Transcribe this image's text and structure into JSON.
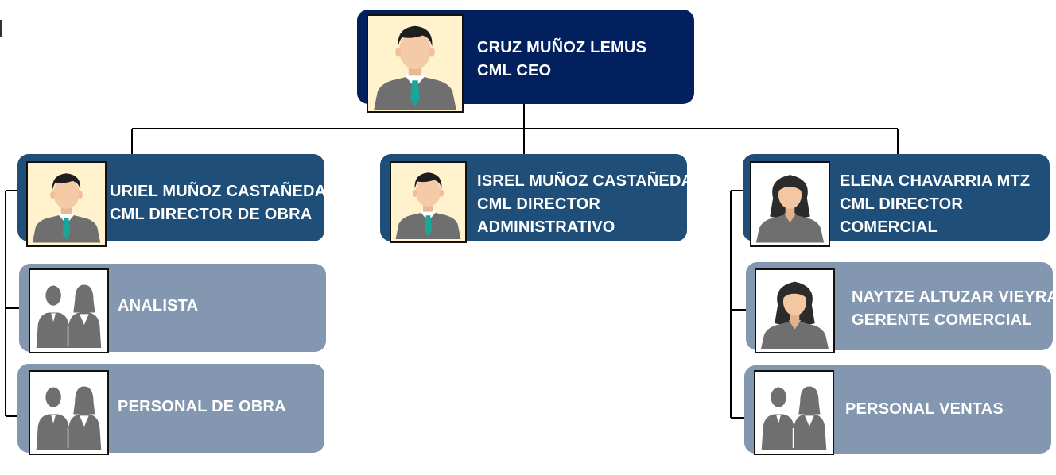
{
  "colors": {
    "ceo_box": "#03205e",
    "director_box": "#1f4e79",
    "staff_box": "#8497b0",
    "connector": "#000000",
    "avatar_bg": "#fff2cc"
  },
  "ceo": {
    "name": "CRUZ MUÑOZ LEMUS",
    "role": "CML CEO",
    "avatar_icon": "businessman-icon"
  },
  "directors": [
    {
      "name": "URIEL MUÑOZ CASTAÑEDA",
      "role": "CML DIRECTOR DE OBRA",
      "avatar_icon": "businessman-icon",
      "staff": [
        {
          "label": "ANALISTA",
          "avatar_icon": "team-silhouette-icon"
        },
        {
          "label": "PERSONAL DE OBRA",
          "avatar_icon": "team-silhouette-icon"
        }
      ]
    },
    {
      "name": "ISREL MUÑOZ CASTAÑEDA",
      "role_line1": "CML DIRECTOR",
      "role_line2": "ADMINISTRATIVO",
      "avatar_icon": "businessman-icon",
      "staff": []
    },
    {
      "name": "ELENA CHAVARRIA MTZ",
      "role_line1": "CML DIRECTOR",
      "role_line2": "COMERCIAL",
      "avatar_icon": "businesswoman-icon",
      "staff": [
        {
          "name": "NAYTZE ALTUZAR VIEYRA",
          "role": "GERENTE COMERCIAL",
          "avatar_icon": "businesswoman-icon"
        },
        {
          "label": "PERSONAL VENTAS",
          "avatar_icon": "team-silhouette-icon"
        }
      ]
    }
  ]
}
